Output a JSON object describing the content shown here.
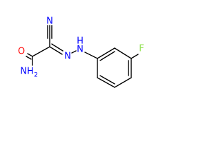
{
  "molecule": {
    "atoms": {
      "cyano_n": {
        "label": "N",
        "color": "#0000ff"
      },
      "carbonyl_o": {
        "label": "O",
        "color": "#ff0000"
      },
      "azo_n1": {
        "label": "N",
        "color": "#0000ff"
      },
      "amine_h": {
        "label": "H",
        "color": "#0000ff"
      },
      "amine_n": {
        "label": "N",
        "color": "#0000ff"
      },
      "fluorine": {
        "label": "F",
        "color": "#90e050"
      },
      "amide_nh": {
        "label": "NH",
        "sub": "2",
        "color": "#0000ff"
      }
    }
  }
}
